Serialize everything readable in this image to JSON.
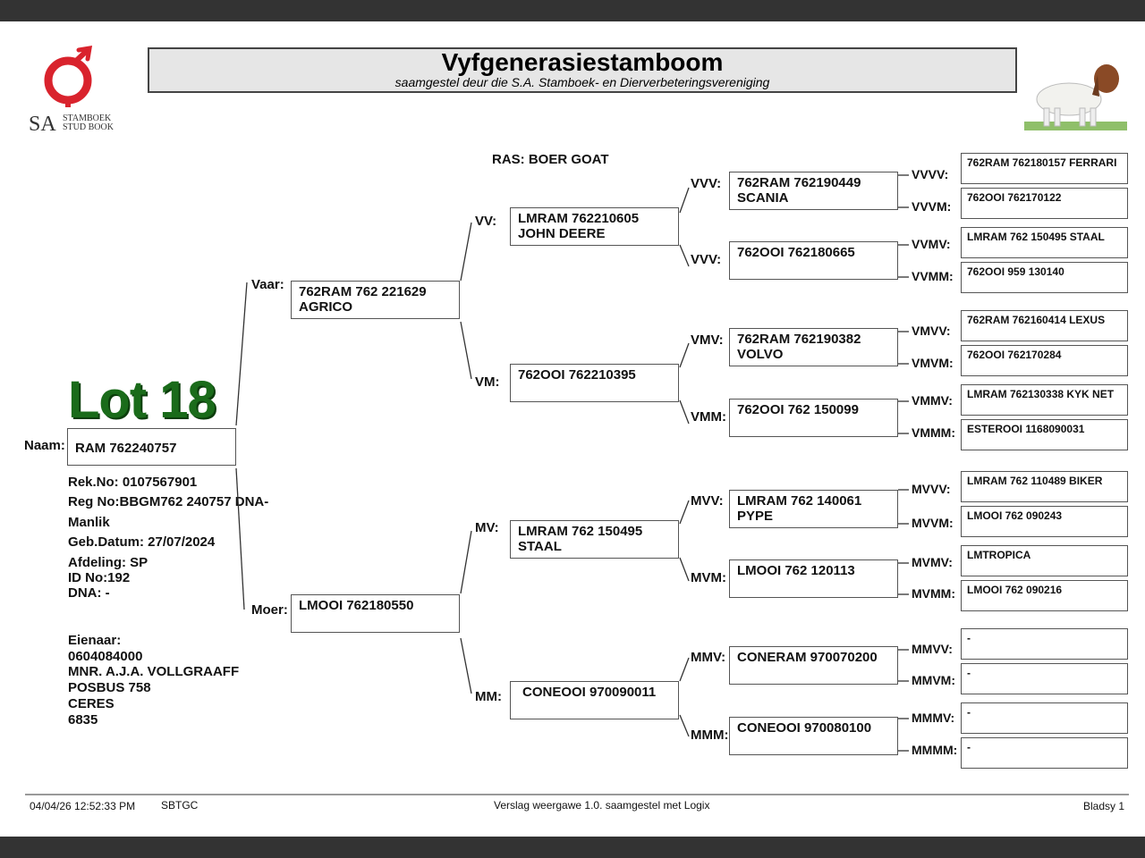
{
  "header": {
    "title": "Vyfgenerasiestamboom",
    "subtitle": "saamgestel deur die S.A. Stamboek- en Dierverbeteringsvereniging",
    "logo_text_large": "SA",
    "logo_text_line1": "STAMBOEK",
    "logo_text_line2": "STUD BOOK"
  },
  "breed": "RAS: BOER GOAT",
  "lot": "Lot 18",
  "animal": {
    "name_label": "Naam:",
    "name": "RAM 762240757",
    "details": [
      "Rek.No: 0107567901",
      "Reg No:BBGM762 240757 DNA-",
      "Manlik",
      "Geb.Datum: 27/07/2024",
      "Afdeling: SP",
      "ID No:192",
      "DNA: -"
    ],
    "owner": [
      "Eienaar:",
      "0604084000",
      "MNR. A.J.A. VOLLGRAAFF",
      "POSBUS 758",
      "CERES",
      "6835"
    ]
  },
  "parents": {
    "sire_label": "Vaar:",
    "sire": "762RAM 762 221629\nAGRICO",
    "dam_label": "Moer:",
    "dam": "LMOOI 762180550"
  },
  "grandparents": [
    {
      "label": "VV:",
      "name": "LMRAM 762210605\nJOHN DEERE"
    },
    {
      "label": "VM:",
      "name": "762OOI 762210395"
    },
    {
      "label": "MV:",
      "name": "LMRAM 762 150495\nSTAAL"
    },
    {
      "label": "MM:",
      "name": "CONEOOI 970090011"
    }
  ],
  "gen3": [
    {
      "label": "VVV:",
      "name": "762RAM 762190449\nSCANIA"
    },
    {
      "label": "VVV:",
      "name": "762OOI 762180665"
    },
    {
      "label": "VMV:",
      "name": "762RAM 762190382\nVOLVO"
    },
    {
      "label": "VMM:",
      "name": "762OOI 762 150099"
    },
    {
      "label": "MVV:",
      "name": "LMRAM 762 140061\nPYPE"
    },
    {
      "label": "MVM:",
      "name": "LMOOI 762 120113"
    },
    {
      "label": "MMV:",
      "name": "CONERAM 970070200"
    },
    {
      "label": "MMM:",
      "name": "CONEOOI 970080100"
    }
  ],
  "gen4": [
    {
      "label": "VVVV:",
      "name": "762RAM 762180157 FERRARI"
    },
    {
      "label": "VVVM:",
      "name": "762OOI 762170122"
    },
    {
      "label": "VVMV:",
      "name": "LMRAM 762 150495 STAAL"
    },
    {
      "label": "VVMM:",
      "name": "762OOI 959 130140"
    },
    {
      "label": "VMVV:",
      "name": "762RAM 762160414 LEXUS"
    },
    {
      "label": "VMVM:",
      "name": "762OOI 762170284"
    },
    {
      "label": "VMMV:",
      "name": "LMRAM 762130338 KYK NET"
    },
    {
      "label": "VMMM:",
      "name": "ESTEROOI 1168090031"
    },
    {
      "label": "MVVV:",
      "name": "LMRAM 762 110489 BIKER"
    },
    {
      "label": "MVVM:",
      "name": "LMOOI 762 090243"
    },
    {
      "label": "MVMV:",
      "name": "LMTROPICA"
    },
    {
      "label": "MVMM:",
      "name": "LMOOI 762 090216"
    },
    {
      "label": "MMVV:",
      "name": "-"
    },
    {
      "label": "MMVM:",
      "name": "-"
    },
    {
      "label": "MMMV:",
      "name": "-"
    },
    {
      "label": "MMMM:",
      "name": "-"
    }
  ],
  "footer": {
    "datetime": "04/04/26 12:52:33 PM",
    "code": "SBTGC",
    "report": "Verslag weergawe 1.0. saamgestel met Logix",
    "page": "Bladsy 1"
  },
  "colors": {
    "lot": "#1a6b1a",
    "logo_red": "#d9232d",
    "frame": "#333333"
  }
}
